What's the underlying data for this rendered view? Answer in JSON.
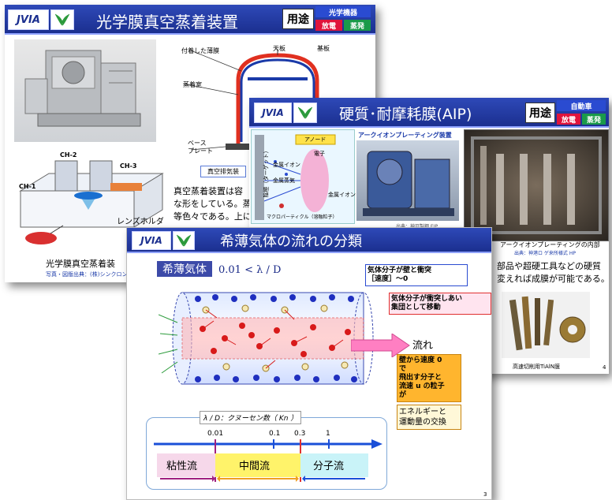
{
  "logo_text": "JVIA",
  "slide1": {
    "title": "光学膜真空蒸着装置",
    "usage": "用途",
    "tag_top": "光学機器",
    "tag_left": "放電",
    "tag_right": "蒸発",
    "labels": {
      "film": "付着した薄膜",
      "top_plate": "天板",
      "substrate": "基板",
      "chamber": "蒸着室",
      "base": "ベース",
      "plate": "プレート",
      "exhaust": "真空排気装",
      "ch1": "CH-1",
      "ch2": "CH-2",
      "ch3": "CH-3",
      "lens_holder": "レンズホルダ"
    },
    "body_lines": [
      "真空蒸着装置は容",
      "な形をしている。蒸",
      "等色々である。上に"
    ],
    "caption": "光学膜真空蒸着装",
    "credit": "写真・図版出典：(株)シンクロン"
  },
  "slide2": {
    "title": "硬質･耐摩耗膜(AIP)",
    "usage": "用途",
    "tag_top": "自動車",
    "tag_left": "放電",
    "tag_right": "蒸発",
    "labels": {
      "anode": "アノード",
      "electron": "電子",
      "metal_ion1": "金属イオン",
      "metal_vapor": "金属蒸気",
      "metal_ion2": "金属イオン",
      "macro": "マクロパーティクル（溶融粒子）",
      "device": "アークイオンプレーティング装置",
      "side": "陰極（ターゲット）",
      "credit_mid": "出典：神戸製鋼 EIP"
    },
    "inside_caption": "アークイオンプレーティングの内部",
    "inside_credit": "出典：神港ロ ゲ来所様式 HP",
    "body_lines": [
      "部品や超硬工具などの硬質",
      "変えれば成膜が可能である。"
    ],
    "tool_caption": "高速切削用TiAlN膜",
    "page": "4"
  },
  "slide3": {
    "title": "希薄気体の流れの分類",
    "kihaku_label": "希薄気体",
    "condition": "0.01 < λ / D",
    "note1": [
      "気体分子が壁と衝突",
      "［速度］～0"
    ],
    "note2": [
      "気体分子が衝突しあい",
      "集団として移動"
    ],
    "note3": [
      "壁から速度 0",
      "で",
      "飛出す分子と",
      "流速 u の粒子",
      "が"
    ],
    "energy": [
      "エネルギーと",
      "運動量の交換"
    ],
    "flow": "流れ",
    "knudsen_label": "λ / D：クヌーセン数（ Kn ）",
    "ticks": [
      "0.01",
      "0.1",
      "0.3",
      "1"
    ],
    "regions": [
      "粘性流",
      "中間流",
      "分子流"
    ],
    "page": "3"
  },
  "colors": {
    "title_blue": "#1b2f8f",
    "tag_blue": "#2a4bd1",
    "tag_red": "#e0143c",
    "tag_green": "#1a9a4a",
    "arrow_blue": "#1a4fd8",
    "region_pink": "#f6d8ea",
    "region_yellow": "#fff36a",
    "region_cyan": "#c9f3f8",
    "note_yellow": "#ffb52e"
  }
}
